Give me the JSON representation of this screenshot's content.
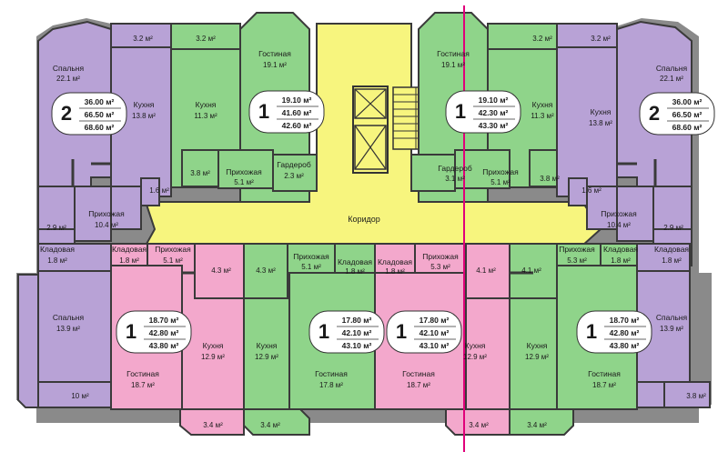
{
  "colors": {
    "purple": "#b8a2d6",
    "green": "#8fd48a",
    "pink": "#f3a8cc",
    "yellow": "#f7f57e",
    "grey": "#8a8a8a",
    "divider": "#e0007a"
  },
  "corridor": "Коридор",
  "rooms": {
    "tl_bedroom": "Спальня",
    "tl_bedroom_area": "22.1 м²",
    "tl_kitchen": "Кухня",
    "tl_kitchen_area": "13.8 м²",
    "tl_balcony": "3.2 м²",
    "tl_hall": "Прихожая",
    "tl_hall_area": "10.4 м²",
    "tl_bath": "1.6 м²",
    "tl_wc": "2.9 м²",
    "tg_balcony": "3.2 м²",
    "tg_living": "Гостиная",
    "tg_living_area": "19.1 м²",
    "tg_kitchen": "Кухня",
    "tg_kitchen_area": "11.3 м²",
    "tg_bath": "3.8 м²",
    "tg_hall": "Прихожая",
    "tg_hall_area": "5.1 м²",
    "tg_wardrobe": "Гардероб",
    "tg_wardrobe_area": "2.3 м²",
    "tr_living": "Гостиная",
    "tr_living_area": "19.1 м²",
    "tr_kitchen": "Кухня",
    "tr_kitchen_area": "11.3 м²",
    "tr_balcony": "3.2 м²",
    "tr_wardrobe": "Гардероб",
    "tr_wardrobe_area": "3.1 м²",
    "tr_hall": "Прихожая",
    "tr_hall_area": "5.1 м²",
    "tr_bath": "3.8 м²",
    "trp_balcony": "3.2 м²",
    "trp_bedroom": "Спальня",
    "trp_bedroom_area": "22.1 м²",
    "trp_kitchen": "Кухня",
    "trp_kitchen_area": "13.8 м²",
    "trp_bath": "1.6 м²",
    "trp_hall": "Прихожая",
    "trp_hall_area": "10.4 м²",
    "trp_wc": "2.9 м²",
    "bl_storage": "Кладовая",
    "bl_storage_area": "1.8 м²",
    "bl_bedroom": "Спальня",
    "bl_bedroom_area": "13.9 м²",
    "bl_balcony": "10 м²",
    "bp1_storage": "Кладовая",
    "bp1_storage_area": "1.8 м²",
    "bp1_hall": "Прихожая",
    "bp1_hall_area": "5.1 м²",
    "bp1_bath": "4.3 м²",
    "bp1_kitchen": "Кухня",
    "bp1_kitchen_area": "12.9 м²",
    "bp1_living": "Гостиная",
    "bp1_living_area": "18.7 м²",
    "bp1_balcony": "3.4 м²",
    "bg1_bath": "4.3 м²",
    "bg1_hall": "Прихожая",
    "bg1_hall_area": "5.1 м²",
    "bg1_storage": "Кладовая",
    "bg1_storage_area": "1.8 м²",
    "bg1_kitchen": "Кухня",
    "bg1_kitchen_area": "12.9 м²",
    "bg1_living": "Гостиная",
    "bg1_living_area": "17.8 м²",
    "bg1_balcony": "3.4 м²",
    "bp2_storage": "Кладовая",
    "bp2_storage_area": "1.8 м²",
    "bp2_hall": "Прихожая",
    "bp2_hall_area": "5.3 м²",
    "bp2_bath": "4.1 м²",
    "bp2_living": "Гостиная",
    "bp2_living_area": "18.7 м²",
    "bp2_kitchen": "Кухня",
    "bp2_kitchen_area": "12.9 м²",
    "bp2_balcony": "3.4 м²",
    "bg2_bath": "4.1 м²",
    "bg2_hall": "Прихожая",
    "bg2_hall_area": "5.3 м²",
    "bg2_storage": "Кладовая",
    "bg2_storage_area": "1.8 м²",
    "bg2_kitchen": "Кухня",
    "bg2_kitchen_area": "12.9 м²",
    "bg2_living": "Гостиная",
    "bg2_living_area": "18.7 м²",
    "bg2_balcony": "3.4 м²",
    "br_storage": "Кладовая",
    "br_storage_area": "1.8 м²",
    "br_bedroom": "Спальня",
    "br_bedroom_area": "13.9 м²",
    "br_balcony": "3.8 м²"
  },
  "badges": {
    "a_tl": {
      "rooms": "2",
      "living": "36.00 м²",
      "total": "66.50 м²",
      "full": "68.60 м²"
    },
    "a_tg": {
      "rooms": "1",
      "living": "19.10 м²",
      "total": "41.60 м²",
      "full": "42.60 м²"
    },
    "a_tr": {
      "rooms": "1",
      "living": "19.10 м²",
      "total": "42.30 м²",
      "full": "43.30 м²"
    },
    "a_trp": {
      "rooms": "2",
      "living": "36.00 м²",
      "total": "66.50 м²",
      "full": "68.60 м²"
    },
    "a_bp1": {
      "rooms": "1",
      "living": "18.70 м²",
      "total": "42.80 м²",
      "full": "43.80 м²"
    },
    "a_bg1": {
      "rooms": "1",
      "living": "17.80 м²",
      "total": "42.10 м²",
      "full": "43.10 м²"
    },
    "a_bp2": {
      "rooms": "1",
      "living": "17.80 м²",
      "total": "42.10 м²",
      "full": "43.10 м²"
    },
    "a_bg2": {
      "rooms": "1",
      "living": "18.70 м²",
      "total": "42.80 м²",
      "full": "43.80 м²"
    }
  }
}
